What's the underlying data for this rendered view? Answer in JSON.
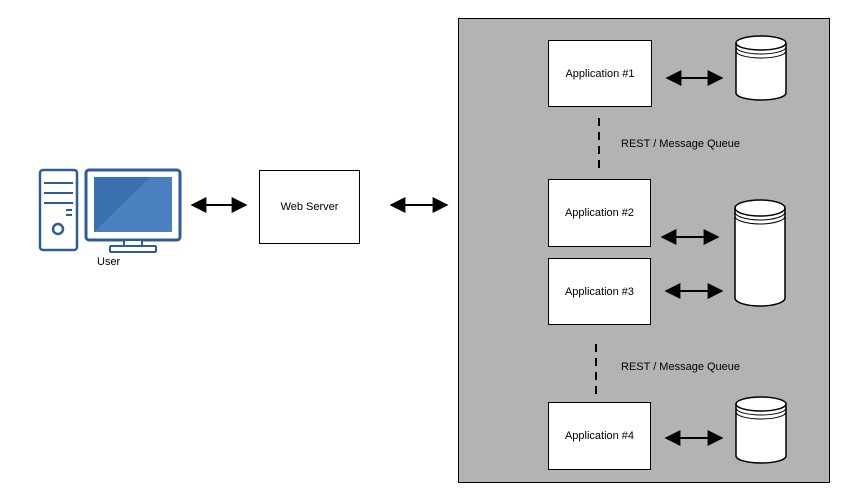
{
  "diagram": {
    "user_label": "User",
    "web_server_label": "Web Server",
    "applications": [
      {
        "label": "Application #1"
      },
      {
        "label": "Application #2"
      },
      {
        "label": "Application #3"
      },
      {
        "label": "Application #4"
      }
    ],
    "connections": [
      {
        "label": "REST / Message Queue"
      },
      {
        "label": "REST / Message Queue"
      }
    ]
  },
  "colors": {
    "cluster_fill": "#b3b3b3",
    "computer_blue": "#3a6fb0",
    "computer_outline": "#2e5d93"
  }
}
